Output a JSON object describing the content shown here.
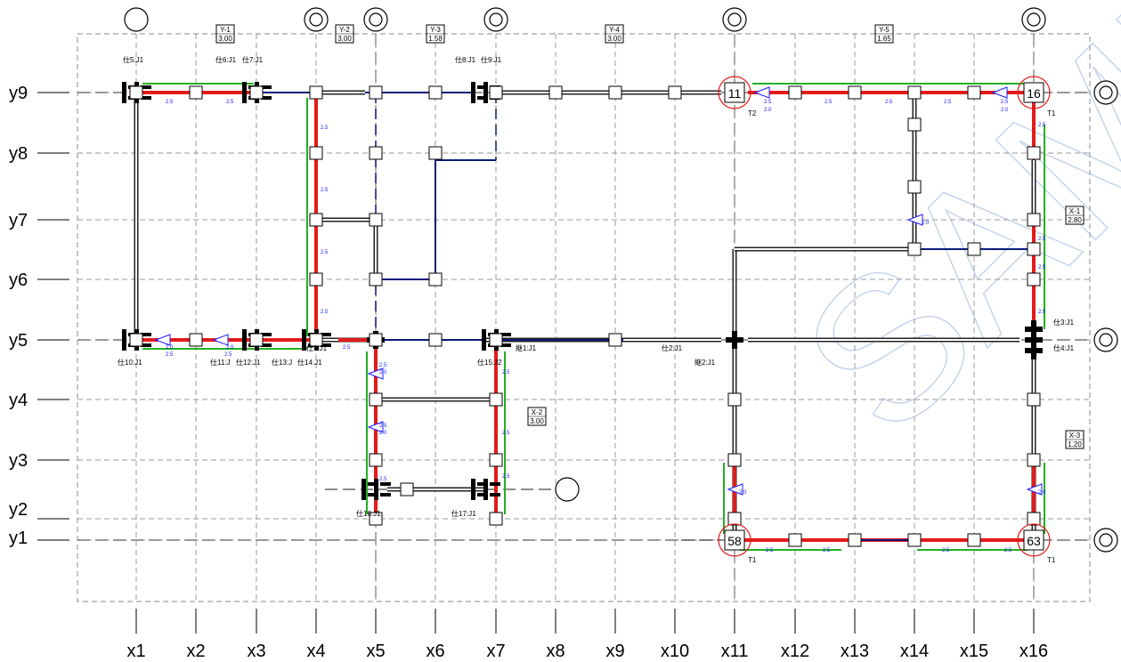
{
  "axes": {
    "x": [
      "x1",
      "x2",
      "x3",
      "x4",
      "x5",
      "x6",
      "x7",
      "x8",
      "x9",
      "x10",
      "x11",
      "x12",
      "x13",
      "x14",
      "x15",
      "x16"
    ],
    "y": [
      "y9",
      "y8",
      "y7",
      "y6",
      "y5",
      "y4",
      "y3",
      "y2",
      "y1"
    ]
  },
  "span_boxes": [
    {
      "name": "Y-1",
      "value": "3.00"
    },
    {
      "name": "Y-2",
      "value": "3.00"
    },
    {
      "name": "Y-3",
      "value": "1.58"
    },
    {
      "name": "Y-4",
      "value": "3.00"
    },
    {
      "name": "Y-5",
      "value": "1.65"
    },
    {
      "name": "X-1",
      "value": "2.80"
    },
    {
      "name": "X-2",
      "value": "3.00"
    },
    {
      "name": "X-3",
      "value": "1.20"
    }
  ],
  "joint_labels": [
    "仕5:J1",
    "仕6:J1",
    "仕7:J1",
    "仕8:J1",
    "仕9:J1",
    "仕10:J1",
    "仕11:J",
    "仕12:J1",
    "仕13:J",
    "仕14:J1",
    "仕1:J1",
    "仕15:J2",
    "継1:J1",
    "仕2:J1",
    "継2:J1",
    "仕3:J1",
    "仕4:J1",
    "仕16:J1",
    "仕17:J1"
  ],
  "node_numbers": [
    "11",
    "16",
    "58",
    "63"
  ],
  "node_tags": [
    "T2",
    "T1",
    "T1",
    "T1"
  ],
  "dims": [
    "2.5",
    "2.0"
  ],
  "watermark": "SAMPLE"
}
